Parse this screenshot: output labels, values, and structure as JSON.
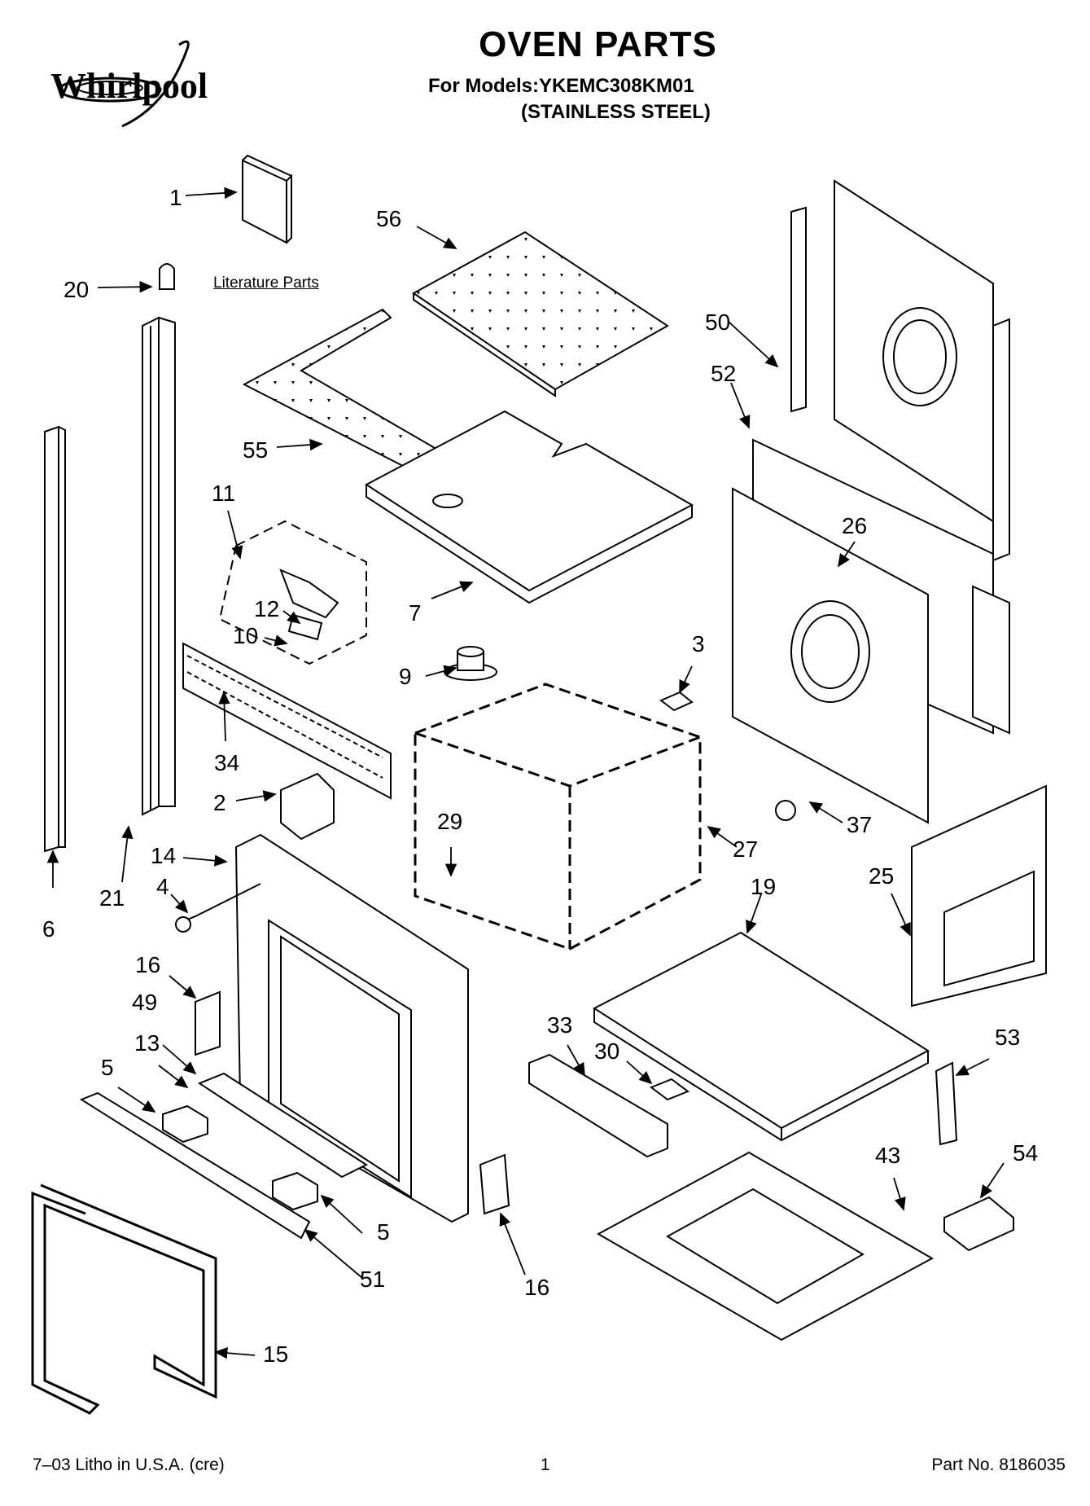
{
  "header": {
    "logo_text": "Whirlpool",
    "title": "OVEN PARTS",
    "models_line": "For Models:YKEMC308KM01",
    "variant_line": "(STAINLESS STEEL)"
  },
  "literature_label": "Literature Parts",
  "callouts": [
    "1",
    "20",
    "56",
    "50",
    "52",
    "55",
    "11",
    "12",
    "10",
    "7",
    "26",
    "3",
    "9",
    "34",
    "2",
    "29",
    "27",
    "37",
    "14",
    "4",
    "21",
    "6",
    "25",
    "19",
    "16",
    "49",
    "13",
    "5",
    "33",
    "30",
    "53",
    "54",
    "43",
    "51",
    "16",
    "15",
    "5"
  ],
  "footer": {
    "left": "7–03 Litho in U.S.A. (cre)",
    "center": "1",
    "right": "Part No. 8186035"
  }
}
